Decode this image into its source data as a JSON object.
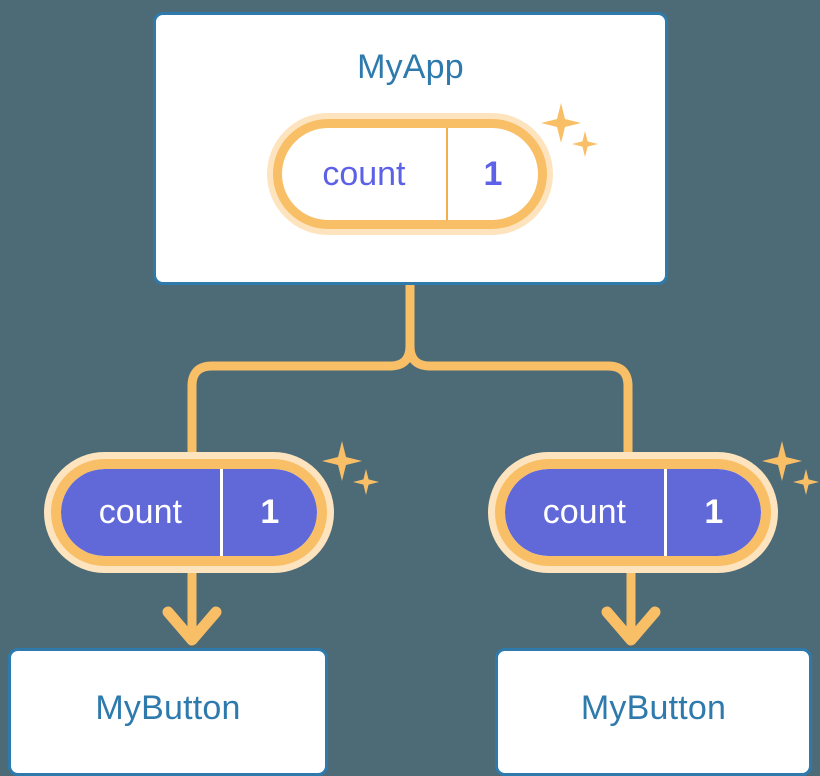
{
  "diagram": {
    "background_color": "#4d6b76",
    "accent_orange": "#f9bf67",
    "accent_orange_glow": "#fde4be",
    "accent_blue": "#2e7aad",
    "accent_purple": "#6169d9",
    "card_background": "#ffffff"
  },
  "nodes": {
    "root": {
      "title": "MyApp",
      "state": {
        "key": "count",
        "value": "1",
        "style": "light"
      }
    },
    "children": [
      {
        "state": {
          "key": "count",
          "value": "1",
          "style": "dark"
        },
        "title": "MyButton"
      },
      {
        "state": {
          "key": "count",
          "value": "1",
          "style": "dark"
        },
        "title": "MyButton"
      }
    ]
  },
  "icons": {
    "sparkle_big": "sparkle-large-icon",
    "sparkle_small": "sparkle-small-icon",
    "connector": "tree-connector",
    "arrow": "arrow-down-icon"
  }
}
